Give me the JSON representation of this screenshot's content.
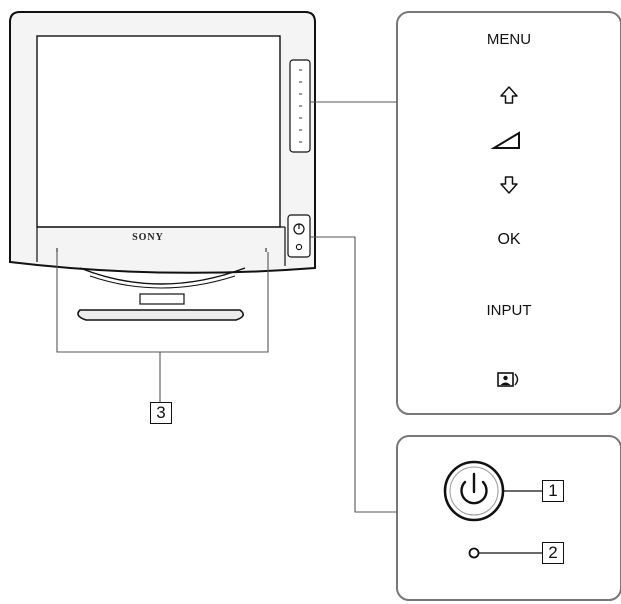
{
  "monitor": {
    "brand": "SONY"
  },
  "control_panel": {
    "items": [
      {
        "id": "menu",
        "label": "MENU"
      },
      {
        "id": "up",
        "icon": "up-arrow-icon"
      },
      {
        "id": "brightness",
        "icon": "brightness-wedge-icon"
      },
      {
        "id": "down",
        "icon": "down-arrow-icon"
      },
      {
        "id": "ok",
        "label": "OK"
      },
      {
        "id": "input",
        "label": "INPUT"
      },
      {
        "id": "picture",
        "icon": "picture-mode-icon"
      }
    ]
  },
  "power_panel": {
    "power_icon": "power-icon",
    "indicator_icon": "power-indicator-icon"
  },
  "callouts": [
    {
      "id": "power-switch",
      "number": "1"
    },
    {
      "id": "power-indicator",
      "number": "2"
    },
    {
      "id": "stand",
      "number": "3"
    }
  ],
  "colors": {
    "stroke": "#111111",
    "monitor_fill": "#f4f4f4",
    "panel_stroke": "#666666"
  }
}
